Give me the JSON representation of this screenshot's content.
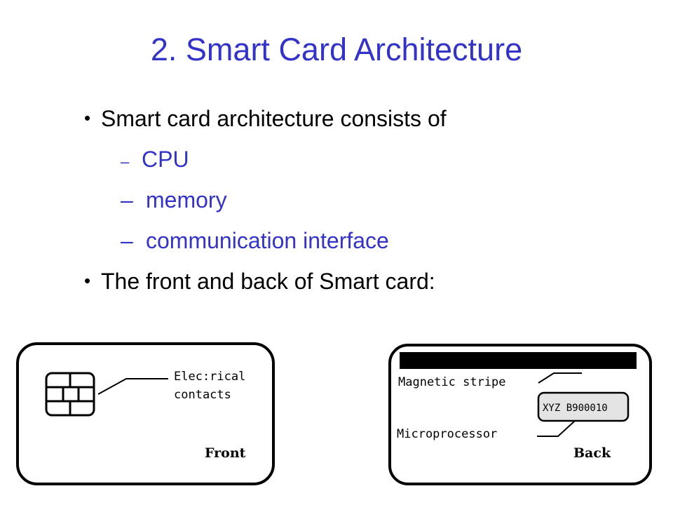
{
  "slide": {
    "title": "2. Smart Card Architecture",
    "bullet1": "Smart card architecture consists of",
    "subitems": [
      "CPU",
      "memory",
      "communication interface"
    ],
    "bullet2": "The front and back of Smart card:"
  },
  "front_card": {
    "label_line1": "Elec:rical",
    "label_line2": "contacts",
    "side": "Front"
  },
  "back_card": {
    "stripe_label": "Magnetic stripe",
    "chip_text": "XYZ B900010",
    "micro_label": "Microprocessor",
    "side": "Back"
  },
  "colors": {
    "title": "#3333cc",
    "subitems": "#3333cc"
  }
}
